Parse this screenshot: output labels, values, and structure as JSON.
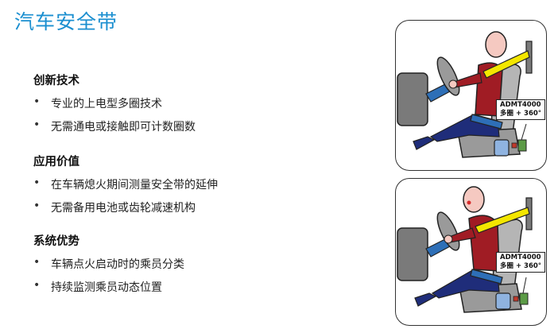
{
  "title": "汽车安全带",
  "sections": [
    {
      "heading": "创新技术",
      "items": [
        "专业的上电型多圈技术",
        "无需通电或接触即可计数圈数"
      ]
    },
    {
      "heading": "应用价值",
      "items": [
        "在车辆熄火期间测量安全带的延伸",
        "无需备用电池或齿轮减速机构"
      ]
    },
    {
      "heading": "系统优势",
      "items": [
        "车辆点火启动时的乘员分类",
        "持续监测乘员动态位置"
      ]
    }
  ],
  "bullet": "•",
  "diagram": {
    "label_line1": "ADMT4000",
    "label_line2": "多圈 + 360°"
  },
  "colors": {
    "title": "#1b8fd0",
    "belt": "#2e6fb7",
    "shirt": "#a01c24",
    "pants": "#1f2d7a",
    "seat": "#9a9a9a",
    "skin": "#f5c9c1",
    "sensor": "#5c9b46",
    "belt_highlight": "#f3e600"
  }
}
